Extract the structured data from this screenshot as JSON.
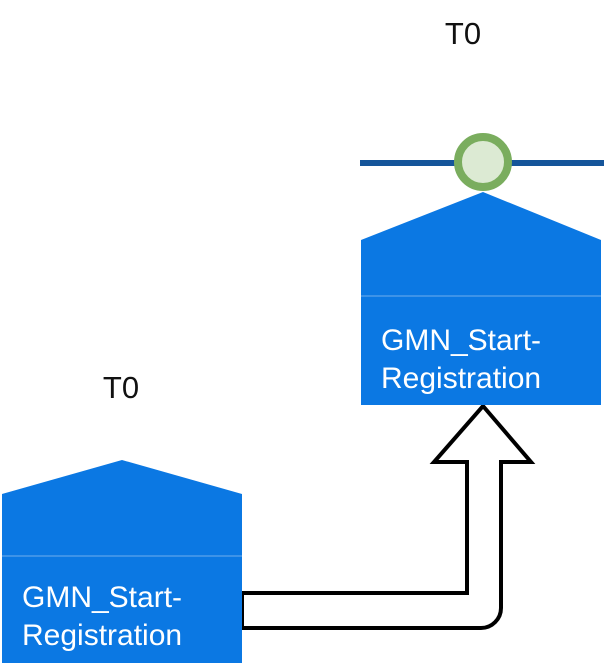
{
  "diagram": {
    "type": "sequence-message-diagram",
    "background_color": "#ffffff",
    "colors": {
      "node_fill": "#0b78e3",
      "node_divider": "#3d93e8",
      "node_text": "#ffffff",
      "lifeline": "#15559a",
      "event_circle_stroke": "#7aad5e",
      "event_circle_fill": "#dcead3",
      "arrow_stroke": "#000000",
      "arrow_fill": "#ffffff",
      "time_label_color": "#111111"
    },
    "nodes": [
      {
        "id": "target-node",
        "time_label": "T0",
        "name": "GMN_Start-Registration",
        "name_line_1": "GMN_Start-",
        "name_line_2": "Registration",
        "shape": "pentagon-home",
        "has_lifeline": true,
        "has_event_marker": true
      },
      {
        "id": "source-node",
        "time_label": "T0",
        "name": "GMN_Start-Registration",
        "name_line_1": "GMN_Start-",
        "name_line_2": "Registration",
        "shape": "pentagon-home",
        "has_lifeline": false,
        "has_event_marker": false
      }
    ],
    "connector": {
      "id": "message-arrow",
      "style": "block-arrow",
      "from": "source-node",
      "to": "target-node",
      "direction": "right-then-up",
      "label": ""
    }
  }
}
